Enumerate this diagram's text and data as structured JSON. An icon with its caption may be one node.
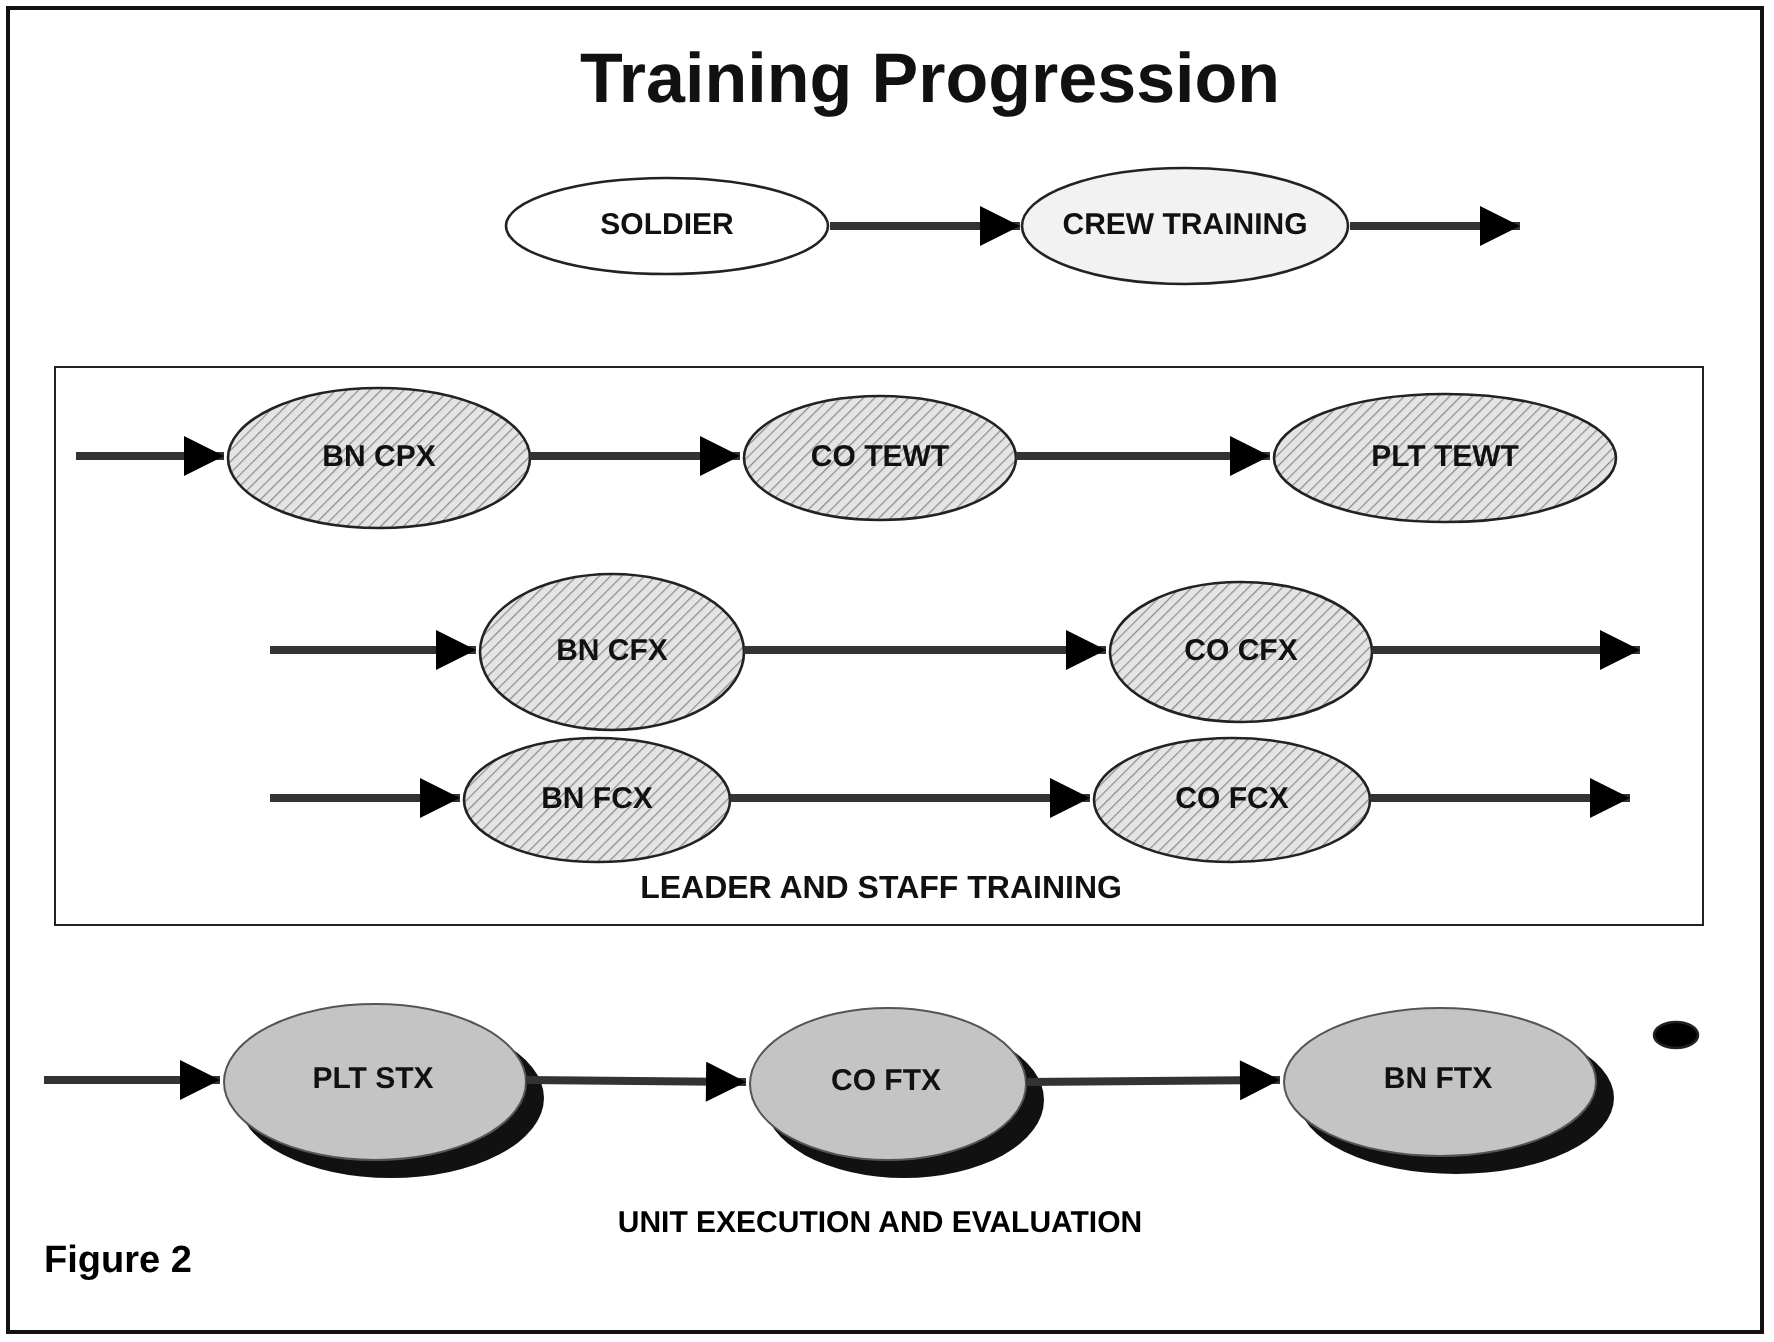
{
  "diagram": {
    "title": "Training Progression",
    "caption": "Figure 2",
    "nodes": [
      {
        "text": [
          "SOLDIER"
        ]
      },
      {
        "text": [
          "CREW TRAINING"
        ]
      },
      {
        "text": [
          "LEADER AND STAFF TRAINING"
        ]
      },
      {
        "text": [
          "BN CPX"
        ],
        "in": 2
      },
      {
        "text": [
          "CO TEWT"
        ],
        "in": 2
      },
      {
        "text": [
          "PLT TEWT"
        ],
        "in": 2
      },
      {
        "text": [
          "BN CFX"
        ],
        "in": 2
      },
      {
        "text": [
          "CO CFX"
        ],
        "in": 2
      },
      {
        "text": [
          "BN FCX"
        ],
        "in": 2
      },
      {
        "text": [
          "CO FCX"
        ],
        "in": 2
      },
      {
        "text": [
          "PLT STX"
        ]
      },
      {
        "text": [
          "CO FTX"
        ]
      },
      {
        "text": [
          "BN FTX"
        ]
      },
      {
        "text": [],
        "shape": "circle"
      }
    ],
    "edges": [
      {
        "from": 0,
        "to": 1,
        "arrow": "to"
      },
      {
        "from": 1,
        "to": null,
        "arrow": "to"
      },
      {
        "from": null,
        "to": 3,
        "arrow": "to"
      },
      {
        "from": 3,
        "to": 4,
        "arrow": "to"
      },
      {
        "from": 4,
        "to": 5,
        "arrow": "to"
      },
      {
        "from": null,
        "to": 6,
        "arrow": "to"
      },
      {
        "from": 6,
        "to": 7,
        "arrow": "to"
      },
      {
        "from": 7,
        "to": null,
        "arrow": "to"
      },
      {
        "from": null,
        "to": 8,
        "arrow": "to"
      },
      {
        "from": 8,
        "to": 9,
        "arrow": "to"
      },
      {
        "from": 9,
        "to": null,
        "arrow": "to"
      },
      {
        "from": null,
        "to": 10,
        "arrow": "to"
      },
      {
        "from": 10,
        "to": 11,
        "arrow": "to"
      },
      {
        "from": 11,
        "to": 12,
        "arrow": "to"
      }
    ],
    "labels": [
      "UNIT EXECUTION AND EVALUATION"
    ]
  }
}
